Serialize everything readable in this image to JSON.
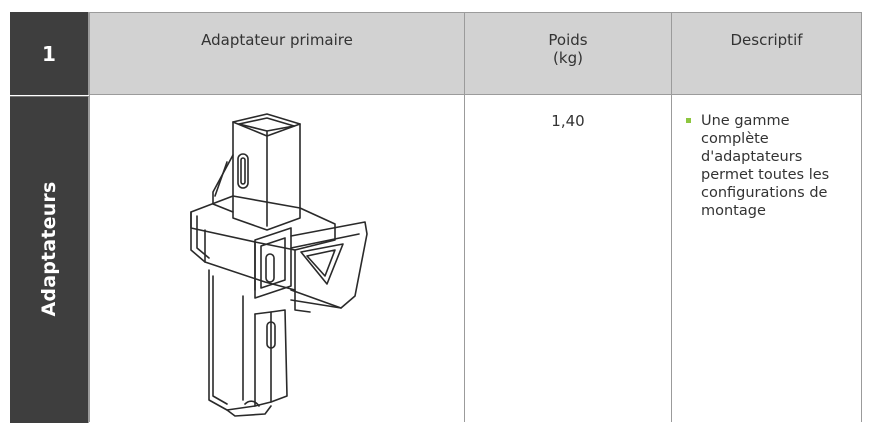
{
  "section": {
    "number": "1",
    "label": "Adaptateurs"
  },
  "header": {
    "name": "Adaptateur primaire",
    "weight_line1": "Poids",
    "weight_line2": "(kg)",
    "description": "Descriptif"
  },
  "row": {
    "weight": "1,40",
    "description": "Une gamme complète d'adaptateurs permet toutes les configurations de montage"
  },
  "colors": {
    "accent": "#8dc63f",
    "side_dark": "#3e3e3e",
    "header_grey": "#d2d2d2"
  }
}
